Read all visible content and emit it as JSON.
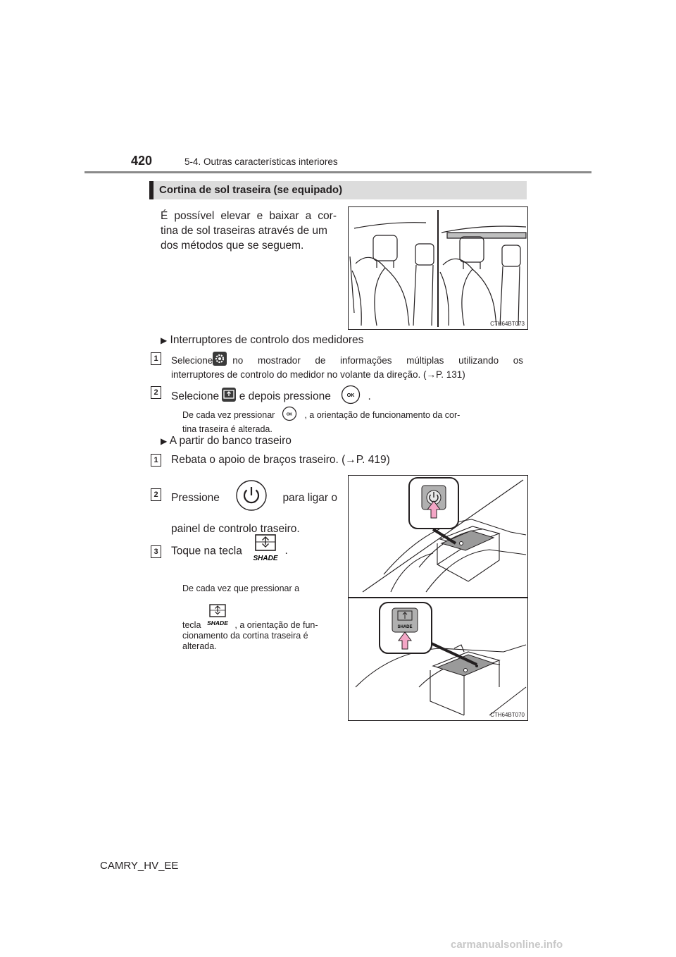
{
  "header": {
    "page_number": "420",
    "section": "5-4. Outras características interiores"
  },
  "banner": {
    "title": "Cortina de sol traseira (se equipado)"
  },
  "intro": {
    "line1": "É possível elevar e baixar a cor-",
    "line2": "tina de sol traseiras através de um",
    "line3": "dos métodos que se seguem."
  },
  "figure1": {
    "code": "CTH64BT073"
  },
  "method1": {
    "title": "Interruptores de controlo dos medidores",
    "step1_num": "1",
    "step1_a": "Selecione",
    "step1_b": "no mostrador de informações múltiplas utilizando os",
    "step1_c": "interruptores de controlo do medidor no volante da direção. (→P. 131)",
    "step2_num": "2",
    "step2_a": "Selecione",
    "step2_b": "e depois pressione",
    "step2_c": ".",
    "note_a": "De cada vez pressionar",
    "note_b": ", a orientação de funcionamento da cor-",
    "note_c": "tina traseira é alterada.",
    "ok_label": "OK"
  },
  "method2": {
    "title": "A partir do banco traseiro",
    "step1_num": "1",
    "step1_text": "Rebata o apoio de braços traseiro. (→P. 419)",
    "step2_num": "2",
    "step2_a": "Pressione",
    "step2_b": "para ligar o",
    "step2_c": "painel de controlo traseiro.",
    "step3_num": "3",
    "step3_a": "Toque na tecla",
    "step3_b": ".",
    "note_a": "De cada vez que pressionar a",
    "note_b": "tecla",
    "note_c": ", a orientação de fun-",
    "note_d": "cionamento da cortina traseira é",
    "note_e": "alterada.",
    "shade_label": "SHADE"
  },
  "figure2": {
    "code": "CTH64BT070",
    "shade_label": "SHADE"
  },
  "footer": {
    "model": "CAMRY_HV_EE"
  },
  "watermark": {
    "text": "carmanualsonline.info"
  }
}
